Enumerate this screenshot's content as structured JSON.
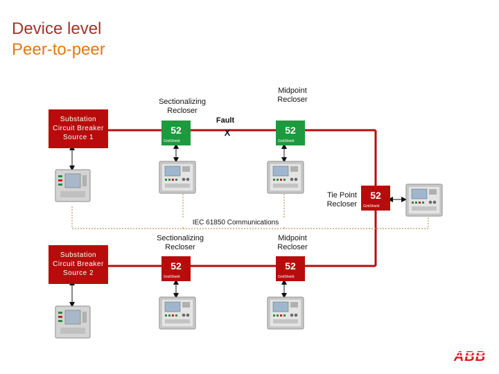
{
  "title": {
    "line1": "Device level",
    "line2": "Peer-to-peer"
  },
  "sources": [
    {
      "text": "Substation Circuit Breaker Source 1"
    },
    {
      "text": "Substation Circuit Breaker Source 2"
    }
  ],
  "feeder1": {
    "sectionalizing": {
      "label": "Sectionalizing Recloser",
      "number": "52",
      "brand": "GridShield",
      "state": "closed",
      "color": "#1e9a3e"
    },
    "midpoint": {
      "label": "Midpoint Recloser",
      "number": "52",
      "brand": "GridShield",
      "state": "closed",
      "color": "#1e9a3e"
    },
    "fault_label": "Fault",
    "fault_mark": "X"
  },
  "feeder2": {
    "sectionalizing": {
      "label": "Sectionalizing Recloser",
      "number": "52",
      "brand": "GridShield",
      "state": "closed",
      "color": "#b80c0c"
    },
    "midpoint": {
      "label": "Midpoint Recloser",
      "number": "52",
      "brand": "GridShield",
      "state": "closed",
      "color": "#b80c0c"
    }
  },
  "tie_point": {
    "label": "Tie Point Recloser",
    "number": "52",
    "brand": "GridShield",
    "state": "closed",
    "color": "#b80c0c"
  },
  "comms_label": "IEC 61850 Communications",
  "logo_text": "ABB",
  "colors": {
    "line_red": "#b80c0c",
    "switch_green": "#1e9a3e",
    "comms_line": "#c9a27a",
    "title_dark": "#a0342a",
    "title_orange": "#e07a10"
  }
}
